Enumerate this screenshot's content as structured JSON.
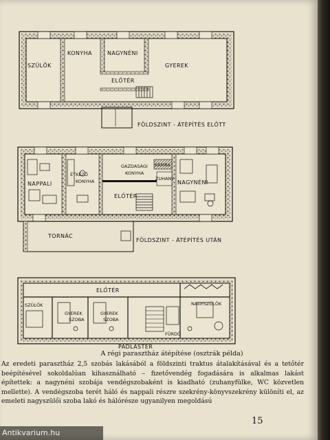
{
  "plans": {
    "before": {
      "rooms": {
        "szulok": "SZÜLŐK",
        "konyha": "KONYHA",
        "nagyneni": "NAGYNÉNI",
        "gyerek": "GYEREK",
        "eloter": "ELŐTÉR"
      },
      "caption": "FÖLDSZINT - ÁTÉPÍTÉS ELŐTT"
    },
    "after": {
      "rooms": {
        "nappali": "NAPPALI",
        "etkezo1": "ÉTKEZŐ",
        "etkezo2": "KONYHA",
        "gazdasagi1": "GAZDASÁGI",
        "gazdasagi2": "KONYHA",
        "kamra": "KAMRA",
        "zuhany": "ZUHANY",
        "nagyneni": "NAGYNÉNI",
        "eloter": "ELŐTÉR",
        "tornac": "TORNÁC"
      },
      "caption": "FÖLDSZINT - ÁTÉPÍTÉS UTÁN"
    },
    "attic": {
      "rooms": {
        "eloter": "ELŐTÉR",
        "szulok": "SZÜLŐK",
        "gyerekszoba1a": "GYEREK",
        "gyerekszoba1b": "SZOBA",
        "gyerekszoba2a": "GYEREK",
        "gyerekszoba2b": "SZOBA",
        "nagyszulok": "NAGYSZÜLŐK",
        "furdo": "FÜRDŐ"
      },
      "caption": "PADLÁSTÉR"
    }
  },
  "caption": "A régi parasztház átépítése (osztrák példa)",
  "paragraph": "Az eredeti parasztház 2,5 szobás lakásából a földszinti traktus átalakításával és a tetőtér beépítésével sokoldalúan kihasználható – fizetővendég fogadására is alkalmas lakást építettek: a nagynéni szobája vendégszobaként is kiadható (zuhanyfülke, WC közvetlen mellette). A vendégszoba terét háló és nappali részre szekrény-könyvszekrény különíti el, az emeleti nagyszülői szoba lakó és hálórésze ugyanilyen megoldású",
  "page_number": "15",
  "watermark": "Antikvarium.hu"
}
